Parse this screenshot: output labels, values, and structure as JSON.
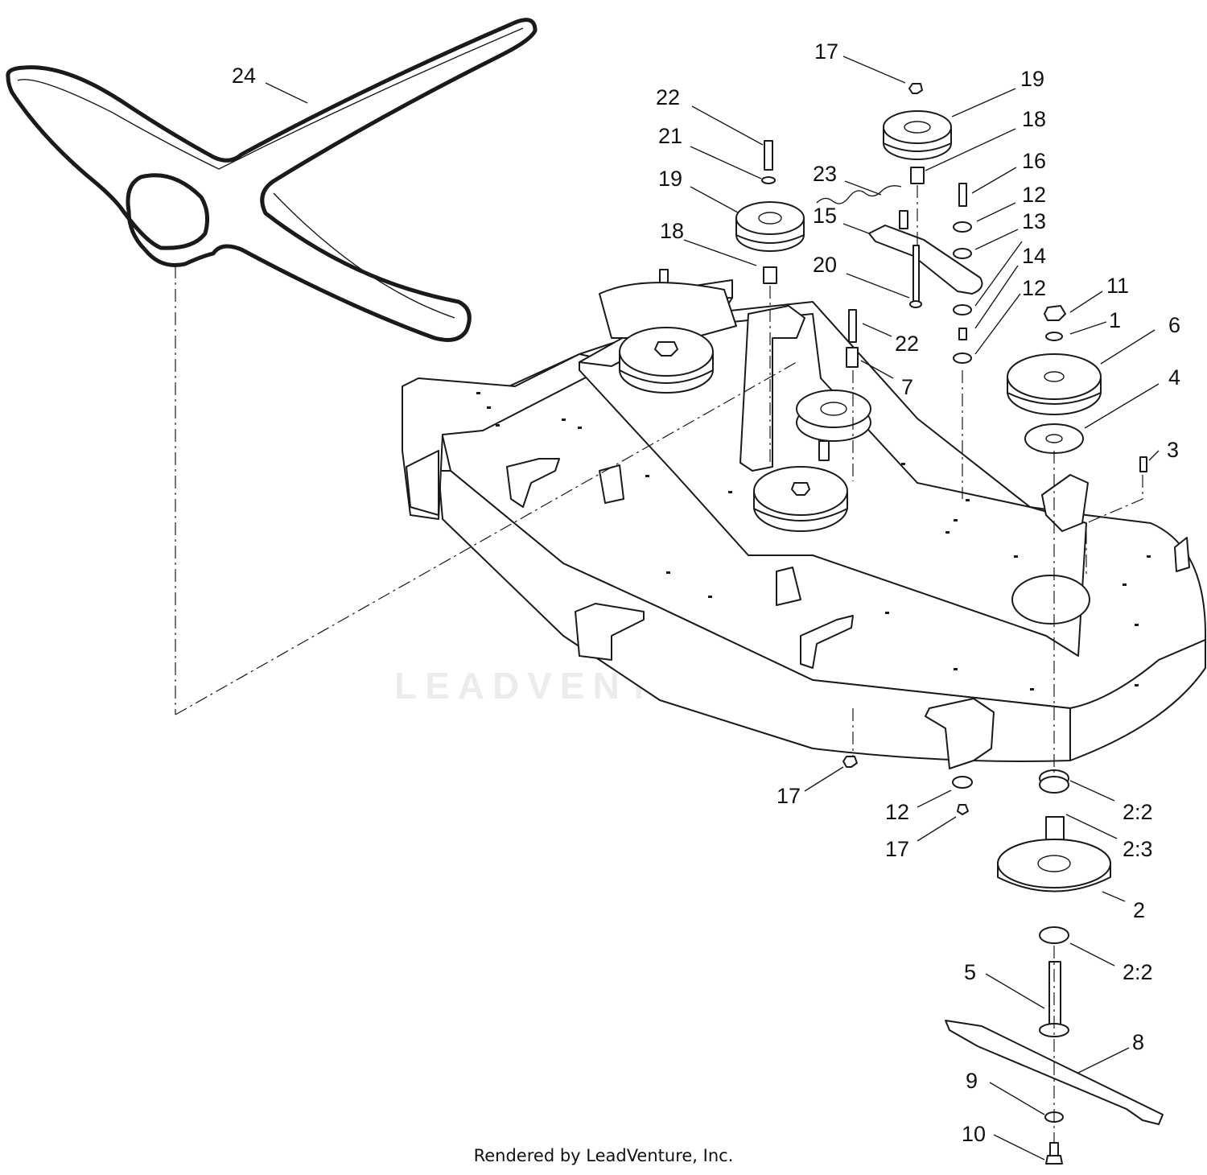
{
  "footer": {
    "credit": "Rendered by LeadVenture, Inc."
  },
  "watermark": {
    "text": "LEADVENTURE"
  },
  "callouts": [
    "24",
    "17",
    "19",
    "22",
    "18",
    "21",
    "16",
    "23",
    "12",
    "19",
    "15",
    "13",
    "18",
    "14",
    "20",
    "11",
    "12",
    "1",
    "22",
    "6",
    "7",
    "4",
    "3",
    "17",
    "2:2",
    "12",
    "17",
    "2:3",
    "2",
    "5",
    "2:2",
    "8",
    "9",
    "10"
  ]
}
